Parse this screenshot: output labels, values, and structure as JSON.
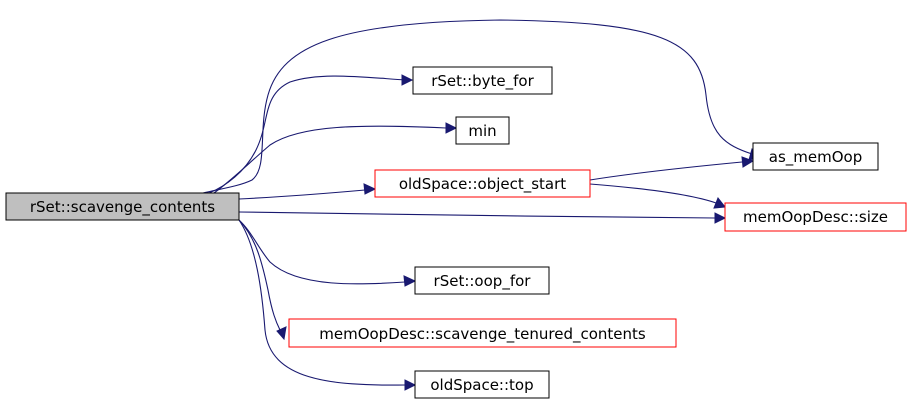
{
  "diagram": {
    "colors": {
      "edge": "#191970",
      "root_fill": "#bfbfbf",
      "node_fill": "#ffffff",
      "normal_border": "#000000",
      "highlight_border": "#ff0000"
    },
    "nodes": [
      {
        "id": "root",
        "label": "rSet::scavenge_contents",
        "style": "root"
      },
      {
        "id": "byte_for",
        "label": "rSet::byte_for",
        "style": "normal"
      },
      {
        "id": "min",
        "label": "min",
        "style": "normal"
      },
      {
        "id": "object_start",
        "label": "oldSpace::object_start",
        "style": "highlight"
      },
      {
        "id": "as_memOop",
        "label": "as_memOop",
        "style": "normal"
      },
      {
        "id": "size",
        "label": "memOopDesc::size",
        "style": "highlight"
      },
      {
        "id": "oop_for",
        "label": "rSet::oop_for",
        "style": "normal"
      },
      {
        "id": "scavenge_tenured",
        "label": "memOopDesc::scavenge_tenured_contents",
        "style": "highlight"
      },
      {
        "id": "top",
        "label": "oldSpace::top",
        "style": "normal"
      }
    ],
    "edges": [
      {
        "from": "root",
        "to": "as_memOop"
      },
      {
        "from": "root",
        "to": "byte_for"
      },
      {
        "from": "root",
        "to": "min"
      },
      {
        "from": "root",
        "to": "object_start"
      },
      {
        "from": "root",
        "to": "size"
      },
      {
        "from": "root",
        "to": "oop_for"
      },
      {
        "from": "root",
        "to": "scavenge_tenured"
      },
      {
        "from": "root",
        "to": "top"
      },
      {
        "from": "object_start",
        "to": "as_memOop"
      },
      {
        "from": "object_start",
        "to": "size"
      }
    ]
  }
}
